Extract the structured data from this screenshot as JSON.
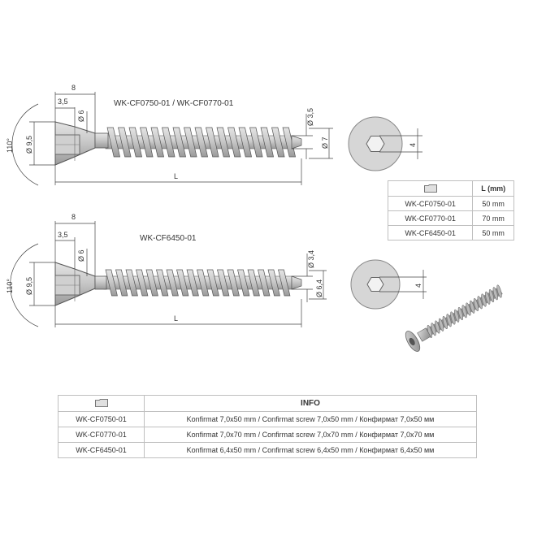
{
  "screw1": {
    "title": "WK-CF0750-01 / WK-CF0770-01",
    "dims": {
      "head_len": "8",
      "recess_depth": "3,5",
      "neck_dia": "Ø 6",
      "head_dia": "Ø 9,5",
      "angle": "110°",
      "core_dia": "Ø 3,5",
      "thread_dia": "Ø 7",
      "length": "L",
      "hex": "4"
    }
  },
  "screw2": {
    "title": "WK-CF6450-01",
    "dims": {
      "head_len": "8",
      "recess_depth": "3,5",
      "neck_dia": "Ø 6",
      "head_dia": "Ø 9,5",
      "angle": "110°",
      "core_dia": "Ø 3,4",
      "thread_dia": "Ø 6,4",
      "length": "L",
      "hex": "4"
    }
  },
  "length_table": {
    "folder_icon": "folder-icon",
    "header": "L (mm)",
    "rows": [
      {
        "code": "WK-CF0750-01",
        "value": "50 mm"
      },
      {
        "code": "WK-CF0770-01",
        "value": "70 mm"
      },
      {
        "code": "WK-CF6450-01",
        "value": "50 mm"
      }
    ]
  },
  "info_table": {
    "folder_icon": "folder-icon",
    "header": "INFO",
    "rows": [
      {
        "code": "WK-CF0750-01",
        "desc": "Konfirmat 7,0x50 mm / Confirmat screw 7,0x50 mm / Конфирмат 7,0x50 мм"
      },
      {
        "code": "WK-CF0770-01",
        "desc": "Konfirmat 7,0x70 mm / Confirmat screw 7,0x70 mm / Конфирмат 7,0x70 мм"
      },
      {
        "code": "WK-CF6450-01",
        "desc": "Konfirmat 6,4x50 mm / Confirmat screw 6,4x50 mm / Конфирмат 6,4x50 мм"
      }
    ]
  }
}
